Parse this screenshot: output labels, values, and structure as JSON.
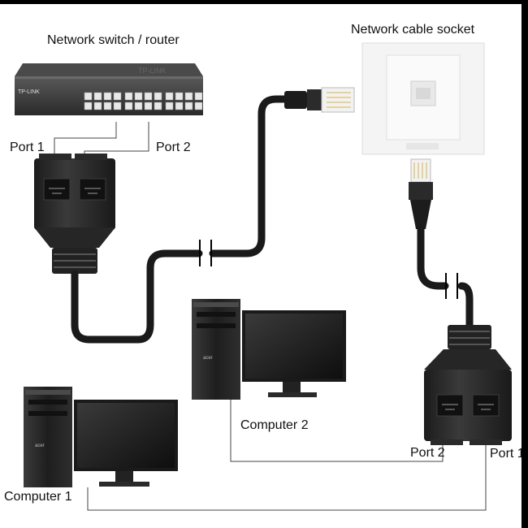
{
  "labels": {
    "switch": "Network switch / router",
    "socket": "Network cable socket",
    "port1_top": "Port 1",
    "port2_top": "Port 2",
    "computer2": "Computer 2",
    "port2_bottom": "Port 2",
    "port1_bottom": "Port 1",
    "computer1": "Computer 1"
  },
  "device_marks": {
    "switch_brand": "TP-LINK",
    "switch_brand_faint": "TP-LINK",
    "tower_brand": "acer"
  },
  "colors": {
    "cable": "#1a1a1a",
    "adapter": "#2b2b2b",
    "socket_plate": "#f4f4f4",
    "leader_line": "#444444"
  },
  "icons": [
    "network-switch-icon",
    "wall-socket-icon",
    "rj45-plug-icon",
    "splitter-adapter-icon",
    "desktop-computer-icon"
  ]
}
